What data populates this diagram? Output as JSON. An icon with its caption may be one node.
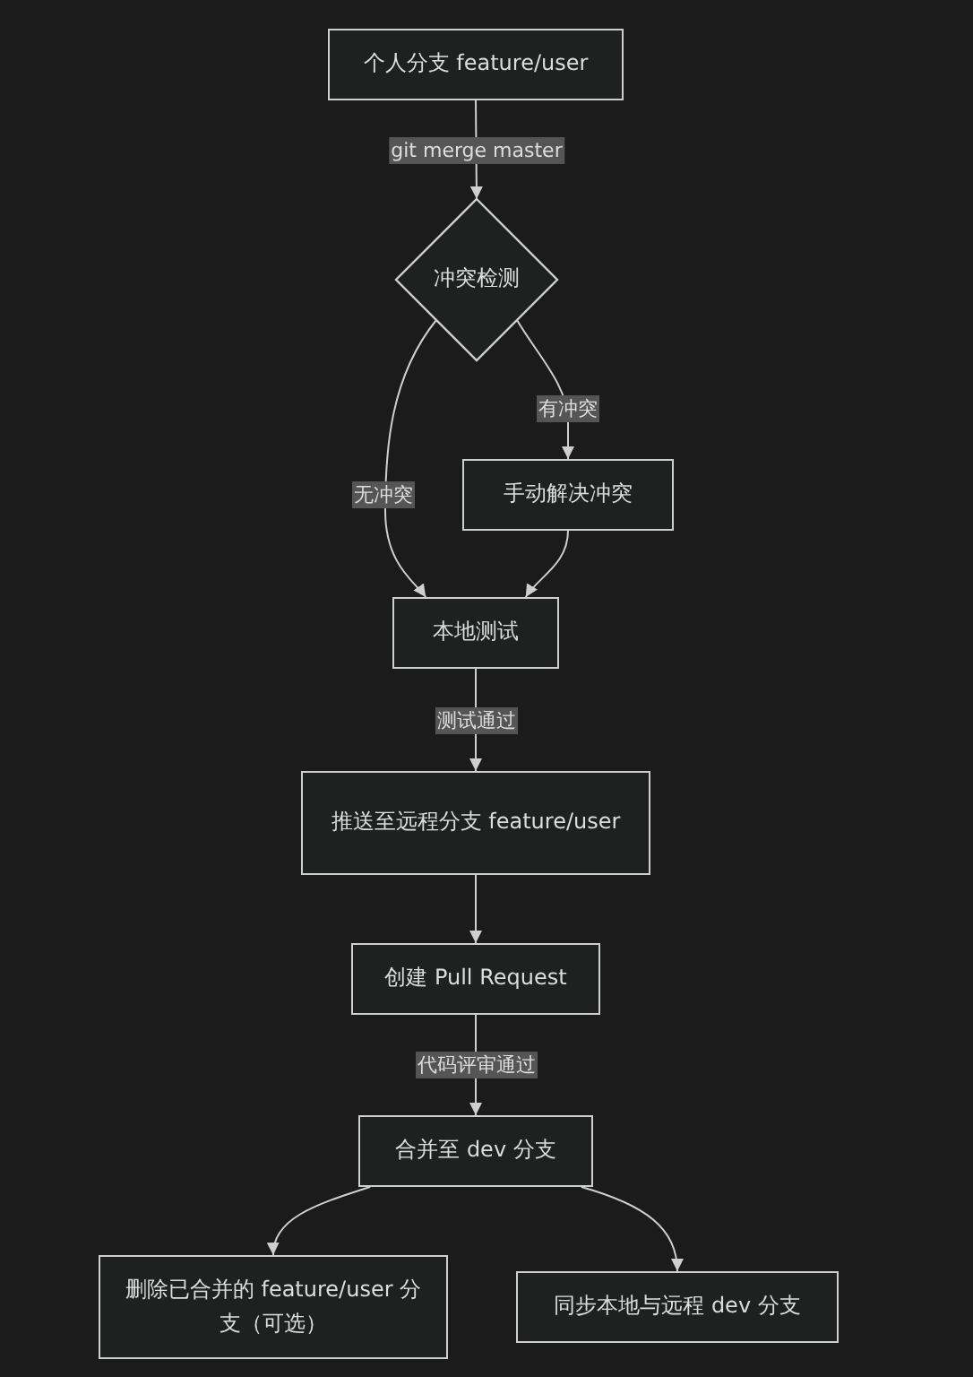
{
  "diagram": {
    "nodes": [
      {
        "text": [
          "个人分支 feature/user"
        ]
      },
      {
        "text": [
          "冲突检测"
        ]
      },
      {
        "text": [
          "手动解决冲突"
        ]
      },
      {
        "text": [
          "本地测试"
        ]
      },
      {
        "text": [
          "推送至远程分支 feature/user"
        ]
      },
      {
        "text": [
          "创建 Pull Request"
        ]
      },
      {
        "text": [
          "合并至 dev 分支"
        ]
      },
      {
        "text": [
          "删除已合并的 feature/user 分支（可选）"
        ]
      },
      {
        "text": [
          "同步本地与远程 dev 分支"
        ]
      }
    ],
    "edges": [
      {
        "from": 0,
        "to": 1,
        "arrow": "to",
        "label": "git merge master"
      },
      {
        "from": 1,
        "to": 3,
        "arrow": "to",
        "label": "无冲突"
      },
      {
        "from": 1,
        "to": 2,
        "arrow": "to",
        "label": "有冲突"
      },
      {
        "from": 2,
        "to": 3,
        "arrow": "to"
      },
      {
        "from": 3,
        "to": 4,
        "arrow": "to",
        "label": "测试通过"
      },
      {
        "from": 4,
        "to": 5,
        "arrow": "to"
      },
      {
        "from": 5,
        "to": 6,
        "arrow": "to",
        "label": "代码评审通过"
      },
      {
        "from": 6,
        "to": 7,
        "arrow": "to"
      },
      {
        "from": 6,
        "to": 8,
        "arrow": "to"
      }
    ]
  }
}
